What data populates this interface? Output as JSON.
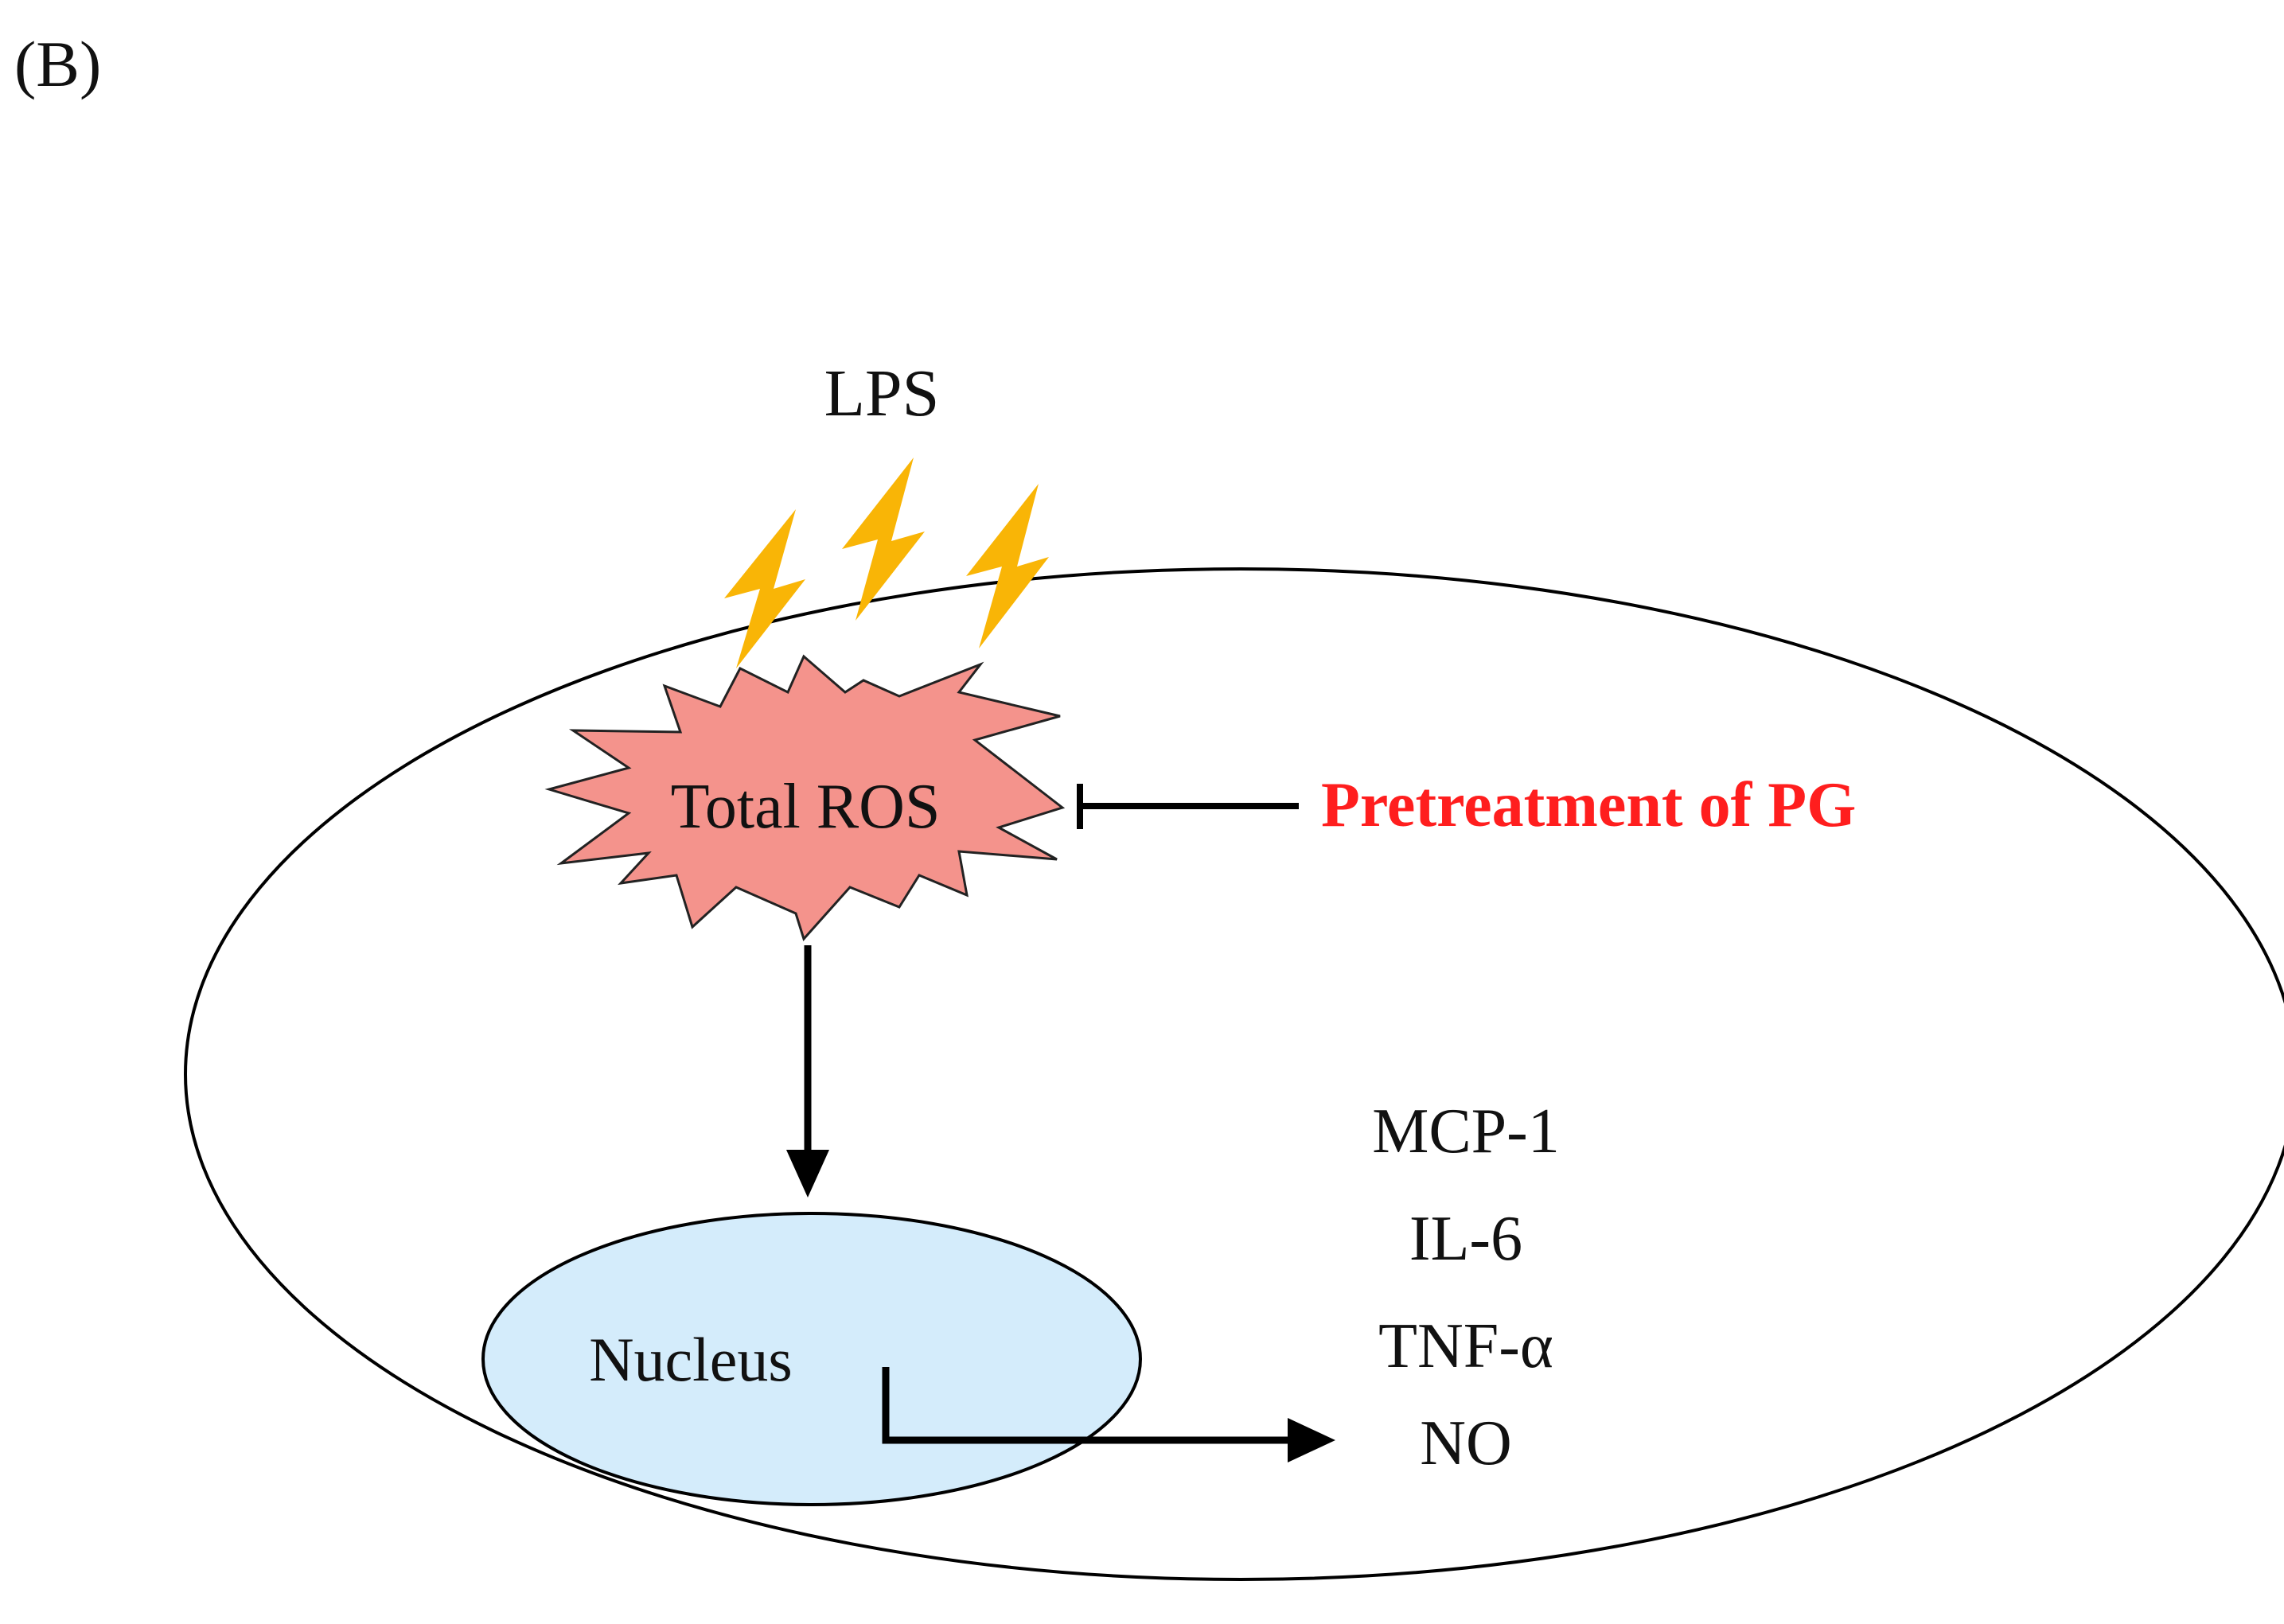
{
  "panel_label": "(B)",
  "stimulus": {
    "label": "LPS",
    "icon": "lightning-bolt-icon",
    "bolt_count": 3,
    "color": "#F9B506"
  },
  "ros": {
    "label": "Total ROS",
    "icon": "starburst",
    "fill_color": "#F4938C"
  },
  "inhibitor": {
    "label": "Pretreatment of PG",
    "color": "#FF1E1E"
  },
  "nucleus": {
    "label": "Nucleus",
    "fill_color": "#D4ECFB"
  },
  "outputs": [
    "MCP-1",
    "IL-6",
    "TNF-α",
    "NO"
  ],
  "colors": {
    "line": "#000000",
    "text": "#111111",
    "background": "#FFFFFF"
  }
}
